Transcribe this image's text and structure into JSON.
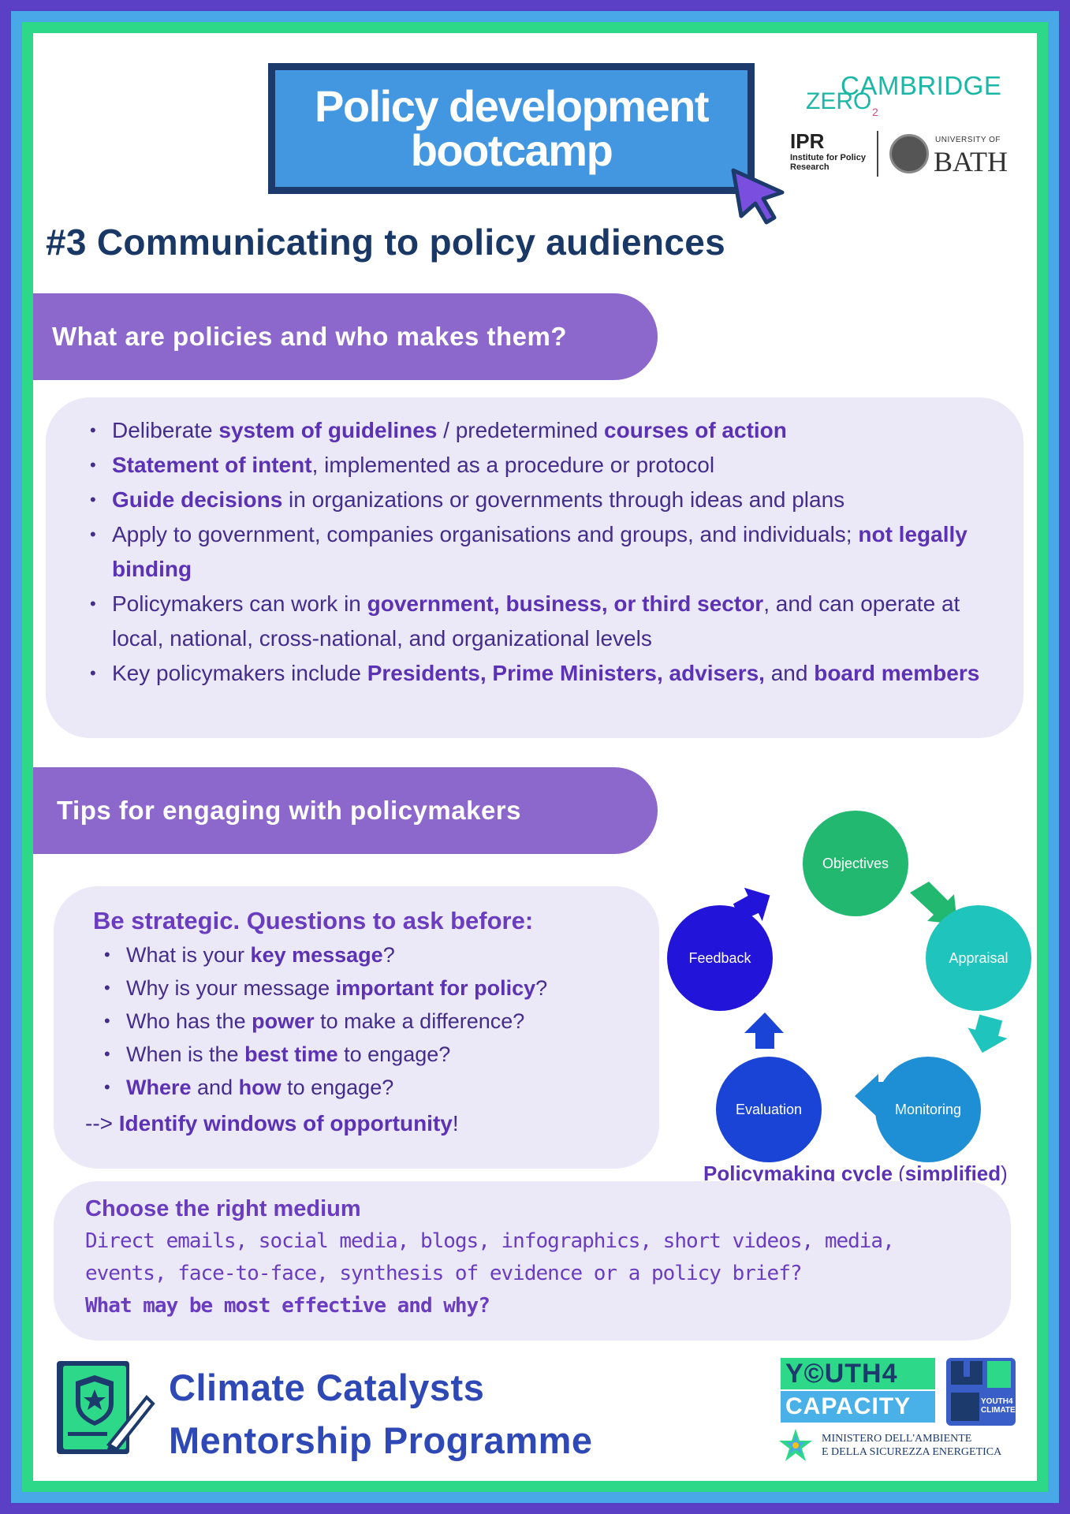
{
  "header": {
    "title_line1": "Policy development",
    "title_line2": "bootcamp",
    "subtitle": "#3 Communicating to policy audiences"
  },
  "logos": {
    "cambridge_zero": {
      "cambridge": "CAMBRIDGE",
      "zero": "ZERO",
      "sub": "2"
    },
    "ipr": {
      "abbr": "IPR",
      "name": "Institute for Policy Research"
    },
    "bath": {
      "university_of": "UNIVERSITY OF",
      "name": "BATH"
    }
  },
  "section1": {
    "heading": "What are policies and who makes them?",
    "items": [
      {
        "parts": [
          [
            "Deliberate ",
            false
          ],
          [
            "system of guidelines",
            true
          ],
          [
            " / predetermined ",
            false
          ],
          [
            "courses of action",
            true
          ]
        ]
      },
      {
        "parts": [
          [
            "Statement of intent",
            true
          ],
          [
            ", implemented as a procedure or protocol",
            false
          ]
        ]
      },
      {
        "parts": [
          [
            "Guide decisions",
            true
          ],
          [
            " in organizations or governments through ideas and plans",
            false
          ]
        ]
      },
      {
        "parts": [
          [
            "Apply to government, companies organisations and groups, and individuals; ",
            false
          ],
          [
            "not legally binding",
            true
          ]
        ]
      },
      {
        "parts": [
          [
            "Policymakers can work in ",
            false
          ],
          [
            "government, business, or third sector",
            true
          ],
          [
            ", and can operate at local, national, cross-national, and organizational levels",
            false
          ]
        ]
      },
      {
        "parts": [
          [
            "Key policymakers include ",
            false
          ],
          [
            "Presidents, Prime Ministers, advisers,",
            true
          ],
          [
            " and ",
            false
          ],
          [
            "board members",
            true
          ]
        ]
      }
    ]
  },
  "section2": {
    "heading": "Tips for engaging with policymakers",
    "strategic_heading": "Be strategic. Questions to ask before:",
    "questions": [
      {
        "parts": [
          [
            "What is your ",
            false
          ],
          [
            "key message",
            true
          ],
          [
            "?",
            false
          ]
        ]
      },
      {
        "parts": [
          [
            "Why is your message ",
            false
          ],
          [
            "important for policy",
            true
          ],
          [
            "?",
            false
          ]
        ]
      },
      {
        "parts": [
          [
            "Who has the ",
            false
          ],
          [
            "power",
            true
          ],
          [
            " to make a difference?",
            false
          ]
        ]
      },
      {
        "parts": [
          [
            "When is the ",
            false
          ],
          [
            "best time",
            true
          ],
          [
            " to engage?",
            false
          ]
        ]
      },
      {
        "parts": [
          [
            "Where",
            true
          ],
          [
            " and ",
            false
          ],
          [
            "how",
            true
          ],
          [
            " to engage?",
            false
          ]
        ]
      }
    ],
    "windows": {
      "prefix": "--> ",
      "bold": "Identify windows of opportunity",
      "suffix": "!"
    }
  },
  "cycle": {
    "nodes": [
      {
        "label": "Objectives",
        "color": "#22b870"
      },
      {
        "label": "Appraisal",
        "color": "#1fc4bc"
      },
      {
        "label": "Monitoring",
        "color": "#1e8fd4"
      },
      {
        "label": "Evaluation",
        "color": "#1a44d6"
      },
      {
        "label": "Feedback",
        "color": "#2214d8"
      }
    ],
    "caption_a": "Policymaking cycle",
    "caption_b": " (",
    "caption_c": "simplified",
    "caption_d": ")"
  },
  "section3": {
    "heading": "Choose the right medium",
    "line1": "Direct emails, social media, blogs, infographics, short videos, media,",
    "line2": "events, face-to-face, synthesis of evidence or a policy brief?",
    "question": "What may be most effective and why?"
  },
  "footer": {
    "title_line1": "Climate Catalysts",
    "title_line2": "Mentorship Programme",
    "y4c_top": "Y©UTH4",
    "y4c_bottom": "CAPACITY",
    "badge": "YOUTH4 CLIMATE",
    "ministero_line1": "MINISTERO DELL'AMBIENTE",
    "ministero_line2": "E DELLA SICUREZZA ENERGETICA"
  },
  "colors": {
    "border_purple": "#5b3fc4",
    "border_blue": "#48a8e8",
    "border_green": "#2ed889",
    "header_pill": "#8c68cd",
    "panel_bg": "#ebe8f7",
    "title_navy": "#1a3866"
  }
}
